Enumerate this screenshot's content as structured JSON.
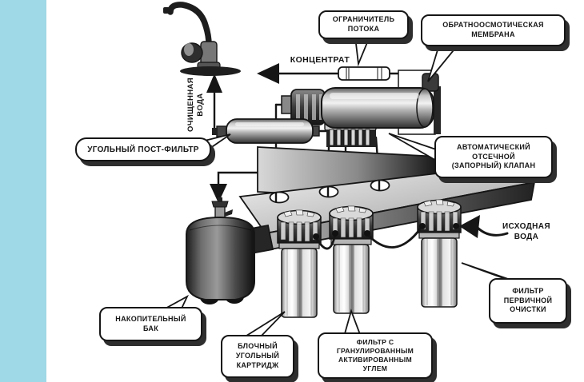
{
  "colors": {
    "sidebar": "#9fd8e6",
    "background": "#ffffff",
    "ink": "#1a1a1a",
    "callout_shadow": "#2e2e2e"
  },
  "callouts": {
    "flow_restrictor": "ОГРАНИЧИТЕЛЬ\nПОТОКА",
    "ro_membrane": "ОБРАТНООСМОТИЧЕСКАЯ\nМЕМБРАНА",
    "post_filter": "УГОЛЬНЫЙ ПОСТ-ФИЛЬТР",
    "shutoff_valve": "АВТОМАТИЧЕСКИЙ\nОТСЕЧНОЙ\n(ЗАПОРНЫЙ) КЛАПАН",
    "storage_tank": "НАКОПИТЕЛЬНЫЙ\nБАК",
    "carbon_block": "БЛОЧНЫЙ\nУГОЛЬНЫЙ\nКАРТРИДЖ",
    "gac_filter": "ФИЛЬТР С\nГРАНУЛИРОВАННЫМ\nАКТИВИРОВАННЫМ\nУГЛЕМ",
    "primary_filter": "ФИЛЬТР\nПЕРВИЧНОЙ\nОЧИСТКИ"
  },
  "flow_labels": {
    "concentrate": "КОНЦЕНТРАТ",
    "purified_water": "ОЧИЩЕННАЯ\nВОДА",
    "feed_water": "ИСХОДНАЯ\nВОДА"
  }
}
